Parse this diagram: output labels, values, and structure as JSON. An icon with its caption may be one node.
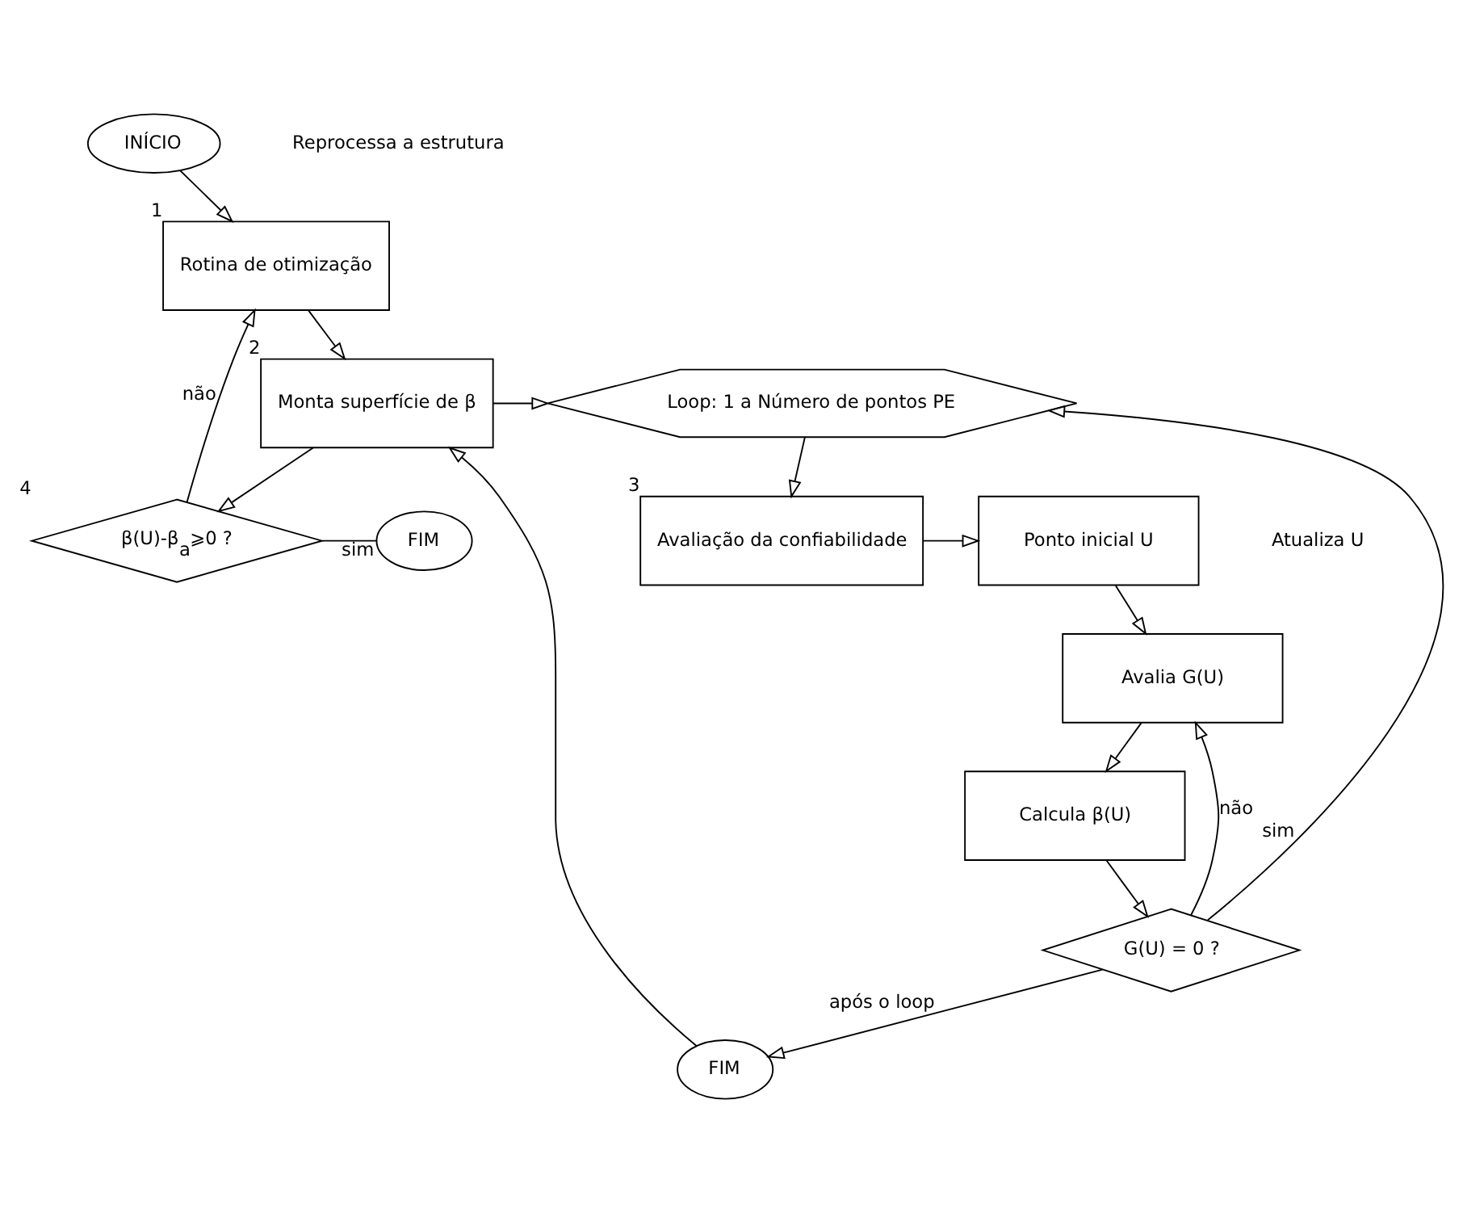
{
  "diagram": {
    "nodes": [
      {
        "text": [
          "INÍCIO"
        ]
      },
      {
        "text": [
          "Rotina de otimização"
        ],
        "beside": [
          "1"
        ]
      },
      {
        "text": [
          "Monta superfície de β"
        ],
        "beside": [
          "2"
        ]
      },
      {
        "text": [
          "β(U)-β$_{a}$⩾0 ?"
        ],
        "beside": [
          "4"
        ]
      },
      {
        "text": [
          "FIM"
        ]
      },
      {
        "text": [
          "Loop: 1 a Número de pontos PE"
        ]
      },
      {
        "text": [
          "Avaliação da confiabilidade"
        ],
        "beside": [
          "3"
        ]
      },
      {
        "text": [
          "Ponto inicial U"
        ]
      },
      {
        "text": [
          "Avalia G(U)"
        ]
      },
      {
        "text": [
          "Calcula β(U)"
        ]
      },
      {
        "text": [
          "G(U) = 0 ?"
        ]
      },
      {
        "text": [
          "FIM"
        ]
      }
    ],
    "edges": [
      {
        "from": 0,
        "to": 1,
        "arrow": "to"
      },
      {
        "from": 1,
        "to": 2,
        "arrow": "to"
      },
      {
        "from": 2,
        "to": 3,
        "arrow": "to"
      },
      {
        "from": 3,
        "to": 4,
        "arrow": "none",
        "label": "sim"
      },
      {
        "from": 3,
        "to": 1,
        "arrow": "to",
        "label": "não"
      },
      {
        "from": 2,
        "to": 5,
        "arrow": "to"
      },
      {
        "from": 5,
        "to": 6,
        "arrow": "to"
      },
      {
        "from": 6,
        "to": 7,
        "arrow": "to"
      },
      {
        "from": 7,
        "to": 8,
        "arrow": "to"
      },
      {
        "from": 8,
        "to": 9,
        "arrow": "to"
      },
      {
        "from": 9,
        "to": 10,
        "arrow": "to"
      },
      {
        "from": 10,
        "to": 8,
        "arrow": "to",
        "label": "não"
      },
      {
        "from": 10,
        "to": 5,
        "arrow": "to",
        "label": "sim"
      },
      {
        "from": 10,
        "to": 11,
        "arrow": "to",
        "label": "após o loop"
      },
      {
        "from": 11,
        "to": 2,
        "arrow": "to"
      }
    ],
    "labels": [
      "Reprocessa a estrutura",
      "Atualiza U"
    ]
  }
}
